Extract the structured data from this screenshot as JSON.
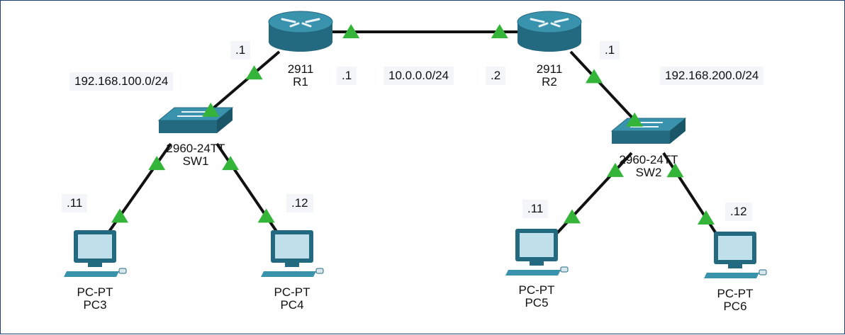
{
  "colors": {
    "link": "#111111",
    "link_up": "#34b53a",
    "device": "#3a93ad",
    "device_dark": "#23697f",
    "screen": "#bfe0ea",
    "frame": "#1f3f7a"
  },
  "routers": [
    {
      "id": "R1",
      "model": "2911",
      "name": "R1",
      "icon": "router-icon"
    },
    {
      "id": "R2",
      "model": "2911",
      "name": "R2",
      "icon": "router-icon"
    }
  ],
  "switches": [
    {
      "id": "SW1",
      "model": "2960-24TT",
      "name": "SW1",
      "icon": "switch-icon"
    },
    {
      "id": "SW2",
      "model": "2960-24TT",
      "name": "SW2",
      "icon": "switch-icon"
    }
  ],
  "pcs": [
    {
      "id": "PC3",
      "model": "PC-PT",
      "name": "PC3",
      "icon": "pc-icon"
    },
    {
      "id": "PC4",
      "model": "PC-PT",
      "name": "PC4",
      "icon": "pc-icon"
    },
    {
      "id": "PC5",
      "model": "PC-PT",
      "name": "PC5",
      "icon": "pc-icon"
    },
    {
      "id": "PC6",
      "model": "PC-PT",
      "name": "PC6",
      "icon": "pc-icon"
    }
  ],
  "links": [
    {
      "from": "R1",
      "to": "R2",
      "status": "up"
    },
    {
      "from": "R1",
      "to": "SW1",
      "status": "up"
    },
    {
      "from": "R2",
      "to": "SW2",
      "status": "up"
    },
    {
      "from": "SW1",
      "to": "PC3",
      "status": "up"
    },
    {
      "from": "SW1",
      "to": "PC4",
      "status": "up"
    },
    {
      "from": "SW2",
      "to": "PC5",
      "status": "up"
    },
    {
      "from": "SW2",
      "to": "PC6",
      "status": "up"
    }
  ],
  "labels": {
    "lan1": "192.168.100.0/24",
    "wan": "10.0.0.0/24",
    "lan2": "192.168.200.0/24",
    "r1_lan": ".1",
    "r1_wan": ".1",
    "r2_wan": ".2",
    "r2_lan": ".1",
    "pc3_host": ".11",
    "pc4_host": ".12",
    "pc5_host": ".11",
    "pc6_host": ".12"
  }
}
